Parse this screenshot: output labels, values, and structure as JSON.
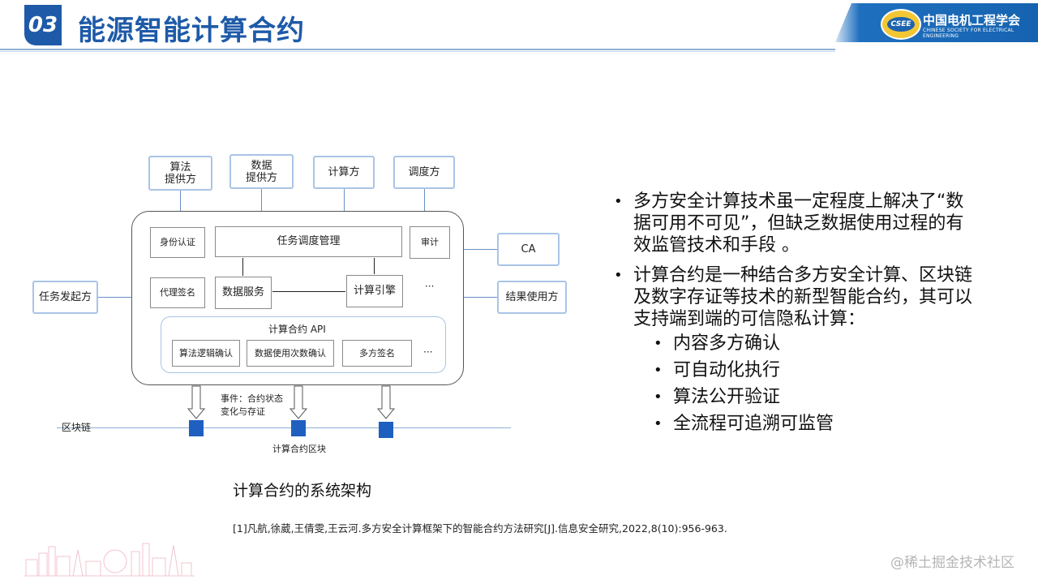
{
  "header": {
    "section_number": "03",
    "title": "能源智能计算合约",
    "logo_name": "中国电机工程学会",
    "logo_english": "CHINESE SOCIETY FOR ELECTRICAL ENGINEERING",
    "logo_emblem_text": "CSEE",
    "brand_color": "#1e5aa8"
  },
  "diagram": {
    "top_roles": [
      "算法\n提供方",
      "数据\n提供方",
      "计算方",
      "调度方"
    ],
    "left_role": "任务发起方",
    "right_roles": [
      "CA",
      "结果使用方"
    ],
    "inner": {
      "identity_auth": "身份认证",
      "task_scheduling": "任务调度管理",
      "audit": "审计",
      "proxy_sign": "代理签名",
      "data_service": "数据服务",
      "compute_engine": "计算引擎",
      "ellipsis": "···"
    },
    "api": {
      "title": "计算合约 API",
      "items": [
        "算法逻辑确认",
        "数据使用次数确认",
        "多方签名",
        "···"
      ]
    },
    "event_label": "事件：合约状态\n变化与存证",
    "blockchain_label": "区块链",
    "contract_block_label": "计算合约区块"
  },
  "bullets": [
    {
      "lines": [
        "多方安全计算技术虽一定程度上解决了“数",
        "据可用不可见”，但缺乏数据使用过程的有",
        "效监管技术和手段 。"
      ]
    },
    {
      "lines": [
        "计算合约是一种结合多方安全计算、区块链",
        "及数字存证等技术的新型智能合约，其可以",
        "支持端到端的可信隐私计算："
      ]
    }
  ],
  "sub_bullets": [
    "内容多方确认",
    "可自动化执行",
    "算法公开验证",
    "全流程可追溯可监管"
  ],
  "caption": "计算合约的系统架构",
  "reference": "[1]凡航,徐葳,王倩雯,王云河.多方安全计算框架下的智能合约方法研究[J].信息安全研究,2022,8(10):956-963.",
  "watermark": "@稀土掘金技术社区"
}
